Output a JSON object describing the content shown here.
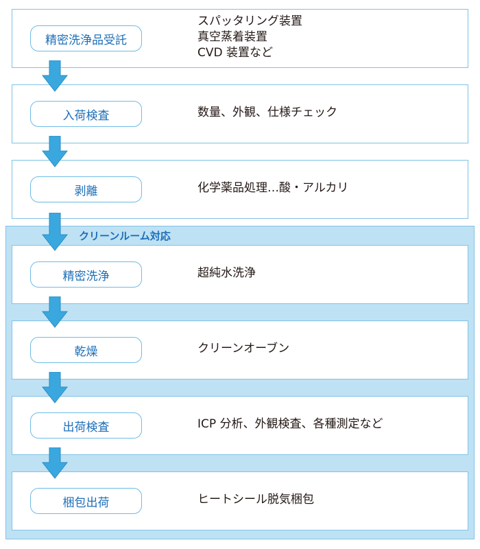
{
  "cleanroom_label": "クリーンルーム対応",
  "colors": {
    "accent": "#1d6fb8",
    "box_border": "#7fc2e6",
    "cleanroom_fill": "#bfe1f4",
    "arrow": "#3aa8de"
  },
  "steps": [
    {
      "label": "精密洗浄品受託",
      "lines": [
        "スパッタリング装置",
        "真空蒸着装置",
        "CVD 装置など"
      ]
    },
    {
      "label": "入荷検査",
      "lines": [
        "数量、外観、仕様チェック"
      ]
    },
    {
      "label": "剥離",
      "lines": [
        "化学薬品処理…酸・アルカリ"
      ]
    },
    {
      "label": "精密洗浄",
      "lines": [
        "超純水洗浄"
      ]
    },
    {
      "label": "乾燥",
      "lines": [
        "クリーンオーブン"
      ]
    },
    {
      "label": "出荷検査",
      "lines": [
        "ICP 分析、外観検査、各種測定など"
      ]
    },
    {
      "label": "梱包出荷",
      "lines": [
        "ヒートシール脱気梱包"
      ]
    }
  ]
}
